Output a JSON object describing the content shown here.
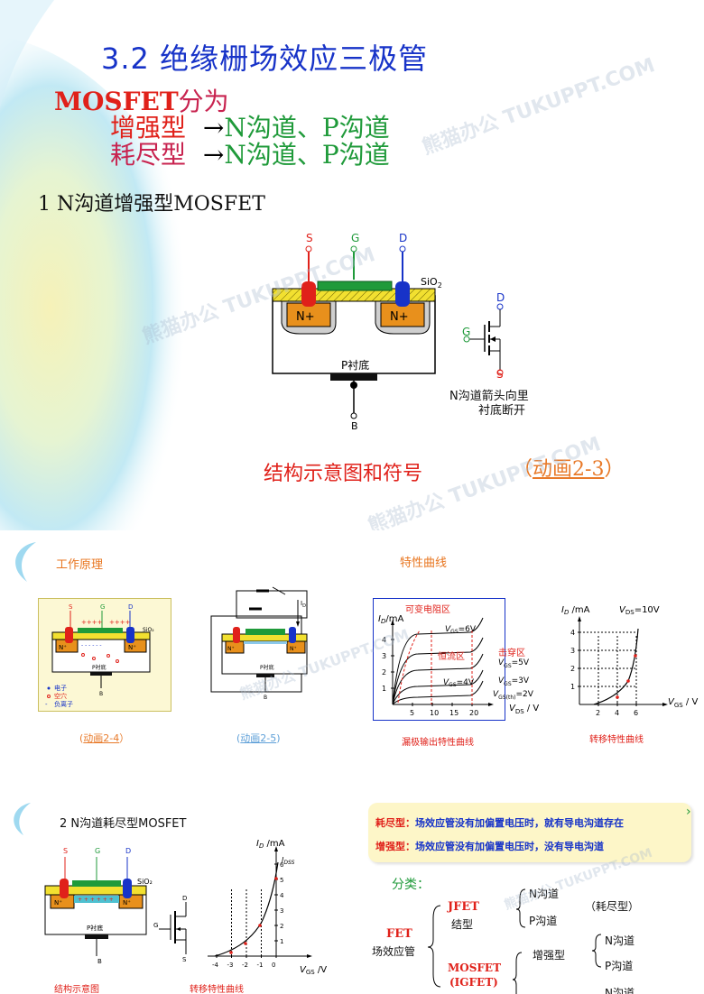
{
  "slide1": {
    "title": "3.2  绝缘栅场效应三极管",
    "mosfet_word": "MOSFET",
    "divide_word": "分为",
    "enhance": "增强型",
    "deplete": "耗尽型",
    "arrow": "→",
    "channels": "N沟道、P沟道",
    "section": "1  N沟道增强型MOSFET",
    "terminal_s": "S",
    "terminal_g": "G",
    "terminal_d": "D",
    "terminal_b": "B",
    "sio2": "SiO",
    "sio2_sub": "2",
    "nplus": "N+",
    "psub": "P衬底",
    "symbol_d": "D",
    "symbol_g": "G",
    "symbol_s": "S",
    "note_line1": "N沟道箭头向里",
    "note_line2": "衬底断开",
    "caption": "结构示意图和符号",
    "anim_open": "（",
    "anim_link": "动画2-3",
    "anim_close": "）",
    "watermark": "熊猫办公 TUKUPPT.COM"
  },
  "slide2": {
    "left_title": "工作原理",
    "right_title": "特性曲线",
    "legend_electron": "电子",
    "legend_hole": "空穴",
    "legend_ion": "负离子",
    "anim24_open": "(",
    "anim24": "动画2-4",
    "anim24_close": "）",
    "anim25_open": "(",
    "anim25": "动画2-5",
    "anim25_close": ")",
    "vdd_label": "I",
    "vdd_sub": "D",
    "out_region_var": "可变电阻区",
    "out_region_const": "恒流区",
    "out_region_break": "击穿区",
    "out_ylabel": "I",
    "out_ylabel_sub": "D",
    "out_ylabel_unit": "/mA",
    "out_xlabel": "V",
    "out_xlabel_sub": "DS",
    "out_xlabel_unit": " / V",
    "out_vgs6": "=6V",
    "out_vgs5": "=5V",
    "out_vgs4": "=4V",
    "out_vgs3": "=3V",
    "out_vgsth": "=2V",
    "vgs_v": "V",
    "vgs_sub": "GS",
    "vgsth_sub": "GS(th)",
    "out_xticks": [
      "5",
      "10",
      "15",
      "20"
    ],
    "out_yticks": [
      "1",
      "2",
      "3",
      "4"
    ],
    "tr_ylabel": "I",
    "tr_ylabel_sub": "D",
    "tr_ylabel_unit": " /mA",
    "tr_vds": "=10V",
    "tr_vds_v": "V",
    "tr_vds_sub": "DS",
    "tr_xlabel": "V",
    "tr_xlabel_sub": "GS",
    "tr_xlabel_unit": " / V",
    "tr_xticks": [
      "2",
      "4",
      "6"
    ],
    "tr_yticks": [
      "1",
      "2",
      "3",
      "4"
    ],
    "cap_output": "漏极输出特性曲线",
    "cap_transfer": "转移特性曲线"
  },
  "slide3": {
    "section": "2   N沟道耗尽型MOSFET",
    "ylabel": "I",
    "ylabel_sub": "D",
    "ylabel_unit": " /mA",
    "idss": "I",
    "idss_sub": "DSS",
    "xlabel": "V",
    "xlabel_sub": "GS",
    "xlabel_unit": " /V",
    "xticks": [
      "-4",
      "-3",
      "-2",
      "-1",
      "0"
    ],
    "yticks": [
      "1",
      "2",
      "3",
      "4",
      "5",
      "6"
    ],
    "cap_struct": "结构示意图",
    "cap_transfer": "转移特性曲线"
  },
  "slide4": {
    "deplete_label": "耗尽型：",
    "deplete_text": "场效应管没有加偏置电压时，就有导电沟道存在",
    "enhance_label": "增强型：",
    "enhance_text": "场效应管没有加偏置电压时，没有导电沟道",
    "classify": "分类：",
    "fet": "FET",
    "fet_cn": "场效应管",
    "jfet": "JFET",
    "jfet_cn": "结型",
    "n_channel": "N沟道",
    "p_channel": "P沟道",
    "jfet_note": "（耗尽型）",
    "mosfet": "MOSFET",
    "igfet": "(IGFET)",
    "enhance_type": "增强型",
    "n_channel2": "N沟道",
    "p_channel2": "P沟道",
    "n_channel3": "N沟道"
  },
  "colors": {
    "red": "#e0211a",
    "green": "#1f9a3a",
    "blue": "#1733c8",
    "orange": "#e8751f",
    "yellow_oxide": "#f2e030",
    "nplus": "#e8901c",
    "bg_cyan": "#b9e7f5",
    "bg_yellow": "#f8f3b0"
  }
}
